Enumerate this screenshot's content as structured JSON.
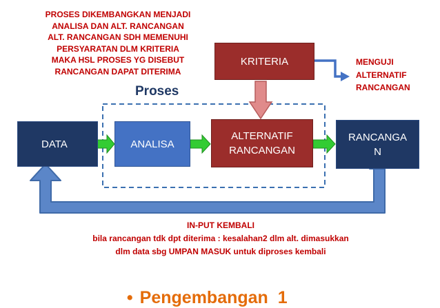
{
  "top_note": [
    "PROSES DIKEMBANGKAN MENJADI",
    "ANALISA DAN ALT. RANCANGAN",
    "ALT. RANCANGAN SDH MEMENUHI",
    "PERSYARATAN DLM KRITERIA",
    "MAKA HSL PROSES YG DISEBUT",
    "RANCANGAN DAPAT DITERIMA"
  ],
  "proses_label": "Proses",
  "boxes": {
    "data": "DATA",
    "analisa": "ANALISA",
    "alternatif_1": "ALTERNATIF",
    "alternatif_2": "RANCANGAN",
    "rancangan_1": "RANCANGA",
    "rancangan_2": "N",
    "kriteria": "KRITERIA"
  },
  "menguji_note": [
    "MENGUJI",
    "ALTERNATIF",
    "RANCANGAN"
  ],
  "bottom_note": [
    "IN-PUT KEMBALI",
    "bila rancangan tdk dpt diterima : kesalahan2 dlm alt. dimasukkan",
    "dlm data sbg UMPAN MASUK untuk diproses kembali"
  ],
  "bullet": {
    "symbol": "•",
    "text": "Pengembangan  1"
  },
  "colors": {
    "dark_blue": "#1f3864",
    "mid_blue": "#4472c4",
    "kriteria_red": "#9b2d2b",
    "note_red": "#c00000",
    "arrow_green": "#33cc33",
    "feedback_blue": "#5b86c8",
    "pink_arrow": "#e08b8b",
    "bullet_orange": "#e46c0a"
  }
}
